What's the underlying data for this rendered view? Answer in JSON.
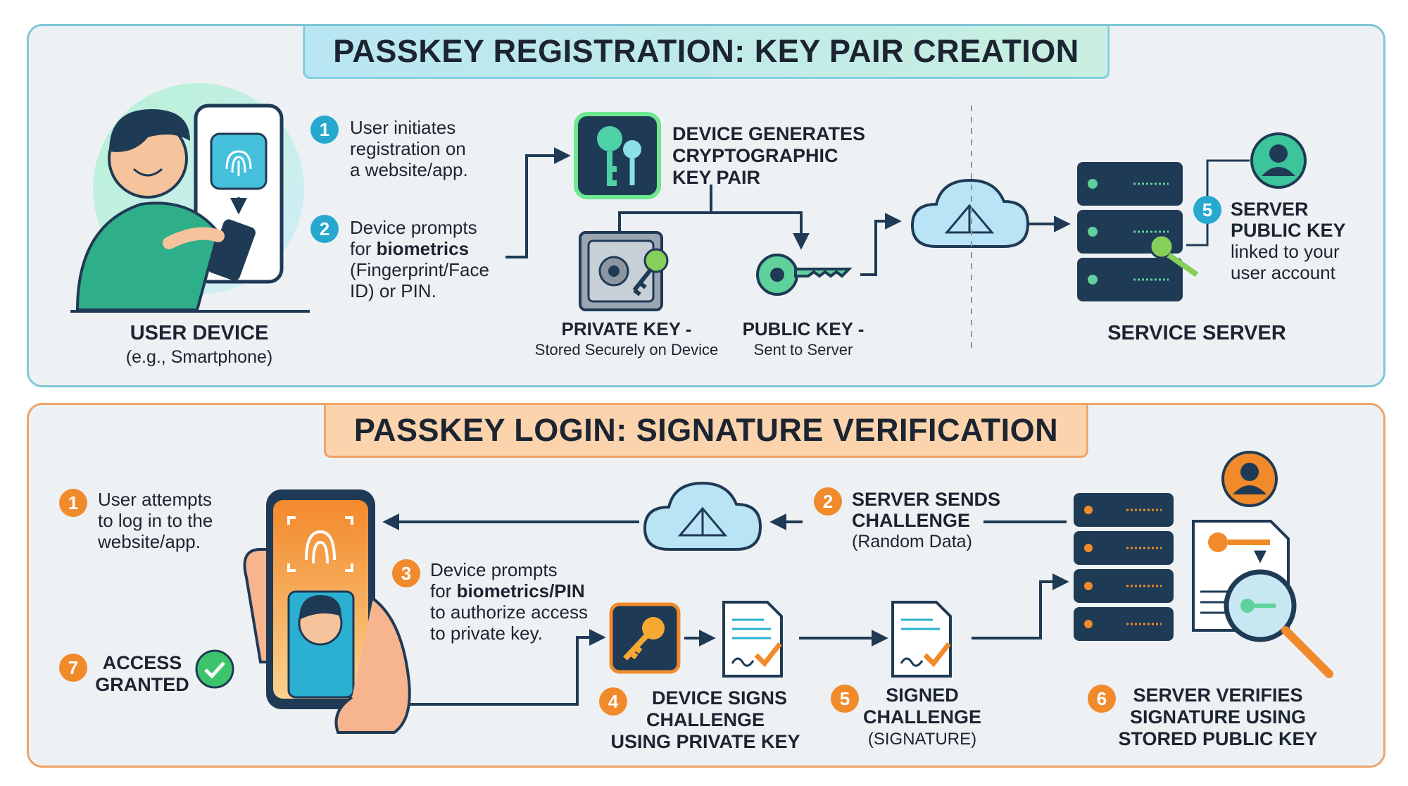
{
  "registration": {
    "title": "PASSKEY REGISTRATION: KEY PAIR CREATION",
    "user_device": {
      "label": "USER DEVICE",
      "sublabel": "(e.g., Smartphone)"
    },
    "steps": [
      {
        "number": "1",
        "lines": [
          "User initiates",
          "registration on",
          "a website/app."
        ]
      },
      {
        "number": "2",
        "line1": "Device prompts",
        "line2_prefix": "for ",
        "line2_bold": "biometrics",
        "line3": "(Fingerprint/Face",
        "line4": "ID) or PIN."
      }
    ],
    "generate": {
      "lines": [
        "DEVICE GENERATES",
        "CRYPTOGRAPHIC",
        "KEY PAIR"
      ]
    },
    "private_key": {
      "label": "PRIVATE KEY -",
      "sublabel": "Stored Securely on Device"
    },
    "public_key": {
      "label": "PUBLIC KEY -",
      "sublabel": "Sent to Server"
    },
    "server": {
      "label": "SERVICE SERVER",
      "step_number": "5",
      "bold_lines": [
        "SERVER",
        "PUBLIC KEY"
      ],
      "lines": [
        "linked to your",
        "user account"
      ]
    }
  },
  "login": {
    "title": "PASSKEY LOGIN: SIGNATURE VERIFICATION",
    "step1": {
      "number": "1",
      "lines": [
        "User attempts",
        "to log in to the",
        "website/app."
      ]
    },
    "step2": {
      "number": "2",
      "bold_lines": [
        "SERVER SENDS",
        "CHALLENGE"
      ],
      "sub": "(Random Data)"
    },
    "step3": {
      "number": "3",
      "line1": "Device prompts",
      "line2_prefix": "for ",
      "line2_bold": "biometrics/PIN",
      "line3": "to authorize access",
      "line4": "to private key."
    },
    "step4": {
      "number": "4",
      "lines": [
        "DEVICE SIGNS",
        "CHALLENGE",
        "USING PRIVATE KEY"
      ]
    },
    "step5": {
      "number": "5",
      "lines": [
        "SIGNED",
        "CHALLENGE"
      ],
      "sub": "(SIGNATURE)"
    },
    "step6": {
      "number": "6",
      "lines": [
        "SERVER VERIFIES",
        "SIGNATURE USING",
        "STORED PUBLIC KEY"
      ]
    },
    "step7": {
      "number": "7",
      "lines": [
        "ACCESS",
        "GRANTED"
      ]
    }
  },
  "colors": {
    "teal": "#27a8cf",
    "orange": "#f18a2b",
    "navy": "#1f3a55",
    "green": "#3cc46a"
  }
}
